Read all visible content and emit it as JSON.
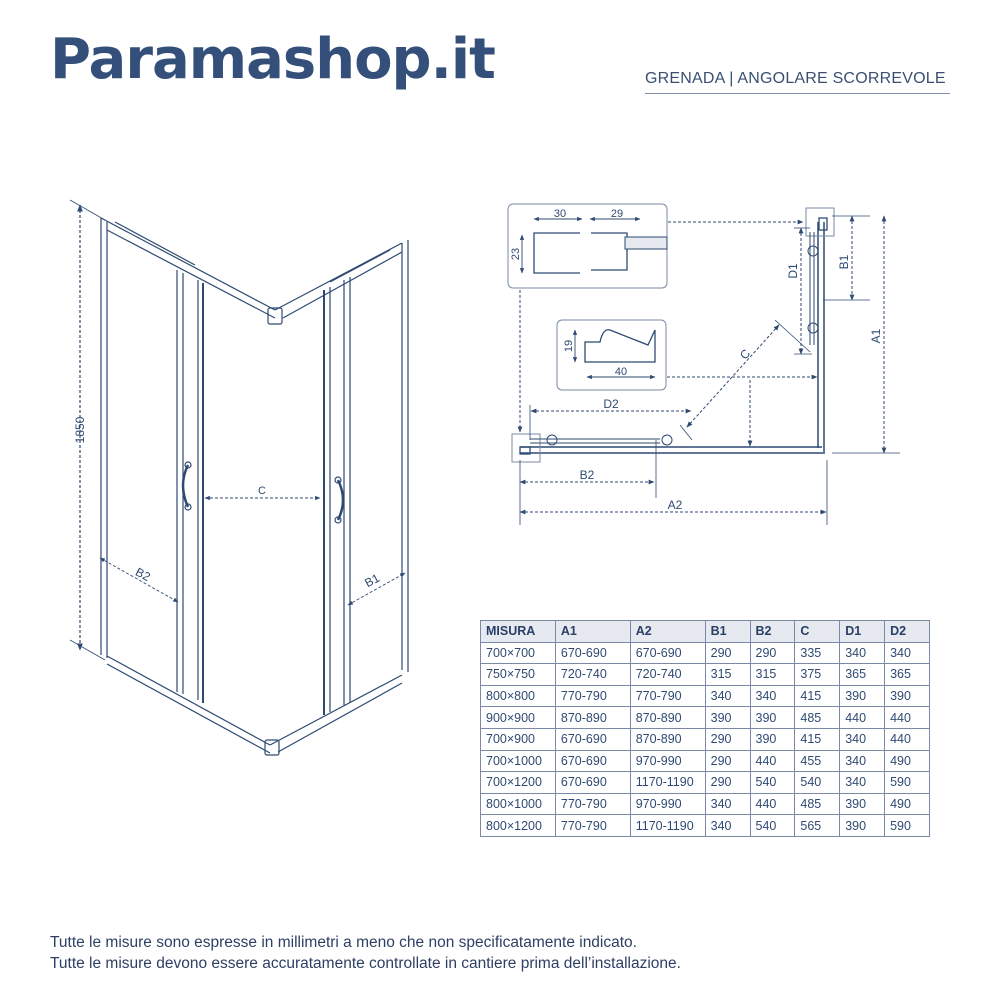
{
  "header": {
    "logo": "Paramashop.it",
    "subtitle": "GRENADA | ANGOLARE SCORREVOLE"
  },
  "colors": {
    "brand": "#34507a",
    "line": "#2f4a72",
    "table_header_bg": "#e6e9ef"
  },
  "perspective_view": {
    "height_label": "1850",
    "label_c": "C",
    "label_b1": "B1",
    "label_b2": "B2"
  },
  "plan_view": {
    "labels": {
      "a1": "A1",
      "a2": "A2",
      "b1": "B1",
      "b2": "B2",
      "c": "C",
      "d1": "D1",
      "d2": "D2"
    },
    "profile_detail_top": {
      "width_left": "30",
      "width_right": "29",
      "height": "23"
    },
    "profile_detail_bottom": {
      "height": "19",
      "width": "40"
    }
  },
  "table": {
    "headers": [
      "MISURA",
      "A1",
      "A2",
      "B1",
      "B2",
      "C",
      "D1",
      "D2"
    ],
    "rows": [
      [
        "700×700",
        "670-690",
        "670-690",
        "290",
        "290",
        "335",
        "340",
        "340"
      ],
      [
        "750×750",
        "720-740",
        "720-740",
        "315",
        "315",
        "375",
        "365",
        "365"
      ],
      [
        "800×800",
        "770-790",
        "770-790",
        "340",
        "340",
        "415",
        "390",
        "390"
      ],
      [
        "900×900",
        "870-890",
        "870-890",
        "390",
        "390",
        "485",
        "440",
        "440"
      ],
      [
        "700×900",
        "670-690",
        "870-890",
        "290",
        "390",
        "415",
        "340",
        "440"
      ],
      [
        "700×1000",
        "670-690",
        "970-990",
        "290",
        "440",
        "455",
        "340",
        "490"
      ],
      [
        "700×1200",
        "670-690",
        "1170-1190",
        "290",
        "540",
        "540",
        "340",
        "590"
      ],
      [
        "800×1000",
        "770-790",
        "970-990",
        "340",
        "440",
        "485",
        "390",
        "490"
      ],
      [
        "800×1200",
        "770-790",
        "1170-1190",
        "340",
        "540",
        "565",
        "390",
        "590"
      ]
    ]
  },
  "notes": [
    "Tutte le misure sono espresse in millimetri a meno che non specificatamente indicato.",
    "Tutte le misure devono essere accuratamente controllate in cantiere prima dell’installazione."
  ]
}
